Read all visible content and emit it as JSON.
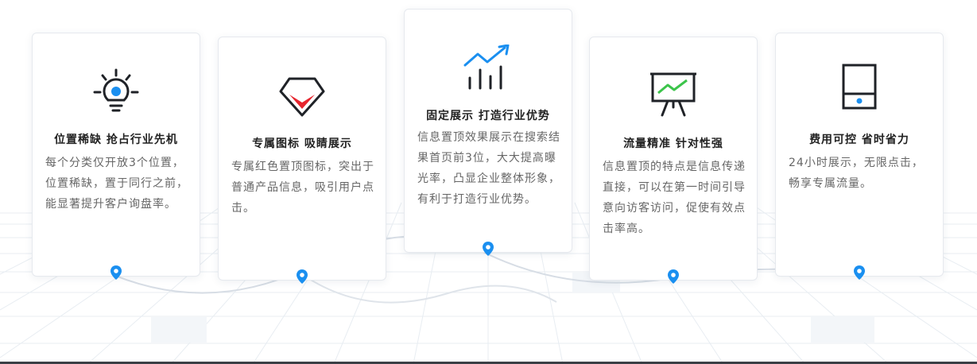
{
  "colors": {
    "accent": "#1a8ff0",
    "icon_dark": "#1f2227",
    "red": "#e6252e",
    "green": "#3cc44b",
    "grid": "#e9eef3"
  },
  "cards": [
    {
      "icon": "lightbulb-icon",
      "title": "位置稀缺 抢占行业先机",
      "desc": "每个分类仅开放3个位置，位置稀缺，置于同行之前，能显著提升客户询盘率。"
    },
    {
      "icon": "diamond-icon",
      "title": "专属图标  吸睛展示",
      "desc": "专属红色置顶图标，突出于普通产品信息，吸引用户点击。"
    },
    {
      "icon": "trend-chart-icon",
      "title": "固定展示 打造行业优势",
      "desc": "信息置顶效果展示在搜索结果首页前3位，大大提高曝光率，凸显企业整体形象，有利于打造行业优势。"
    },
    {
      "icon": "presentation-board-icon",
      "title": "流量精准 针对性强",
      "desc": "信息置顶的特点是信息传递直接，可以在第一时间引导意向访客访问，促使有效点击率高。"
    },
    {
      "icon": "mobile-phone-icon",
      "title": "费用可控 省时省力",
      "desc": "24小时展示，无限点击，畅享专属流量。"
    }
  ]
}
